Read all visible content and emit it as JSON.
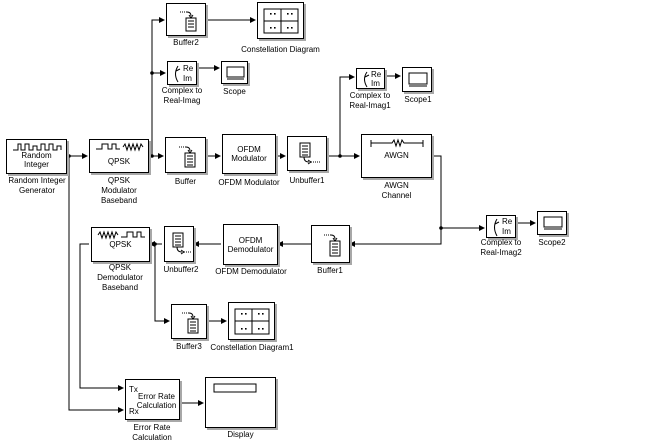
{
  "blocks": {
    "random_integer": {
      "text": [
        "Random",
        "Integer"
      ],
      "label": [
        "Random Integer",
        "Generator"
      ]
    },
    "qpsk_mod": {
      "text": "QPSK",
      "label": [
        "QPSK",
        "Modulator",
        "Baseband"
      ]
    },
    "buffer": {
      "label": "Buffer"
    },
    "buffer2": {
      "label": "Buffer2"
    },
    "constellation": {
      "label": "Constellation Diagram"
    },
    "complex_real_imag": {
      "ports": [
        "Re",
        "Im"
      ],
      "label": [
        "Complex to",
        "Real-Imag"
      ]
    },
    "scope": {
      "label": "Scope"
    },
    "ofdm_mod": {
      "text": [
        "OFDM",
        "Modulator"
      ],
      "label": "OFDM Modulator"
    },
    "unbuffer1": {
      "label": "Unbuffer1"
    },
    "complex_real_imag1": {
      "ports": [
        "Re",
        "Im"
      ],
      "label": [
        "Complex to",
        "Real-Imag1"
      ]
    },
    "scope1": {
      "label": "Scope1"
    },
    "awgn": {
      "text": "AWGN",
      "label": [
        "AWGN",
        "Channel"
      ]
    },
    "complex_real_imag2": {
      "ports": [
        "Re",
        "Im"
      ],
      "label": [
        "Complex to",
        "Real-Imag2"
      ]
    },
    "scope2": {
      "label": "Scope2"
    },
    "buffer1": {
      "label": "Buffer1"
    },
    "ofdm_demod": {
      "text": [
        "OFDM",
        "Demodulator"
      ],
      "label": "OFDM Demodulator"
    },
    "unbuffer2": {
      "label": "Unbuffer2"
    },
    "qpsk_demod": {
      "text": "QPSK",
      "label": [
        "QPSK",
        "Demodulator",
        "Baseband"
      ]
    },
    "buffer3": {
      "label": "Buffer3"
    },
    "constellation1": {
      "label": "Constellation Diagram1"
    },
    "error_rate": {
      "text": [
        "Error Rate",
        "Calculation"
      ],
      "ports": [
        "Tx",
        "Rx"
      ],
      "label": [
        "Error Rate",
        "Calculation"
      ]
    },
    "display": {
      "label": "Display"
    }
  }
}
